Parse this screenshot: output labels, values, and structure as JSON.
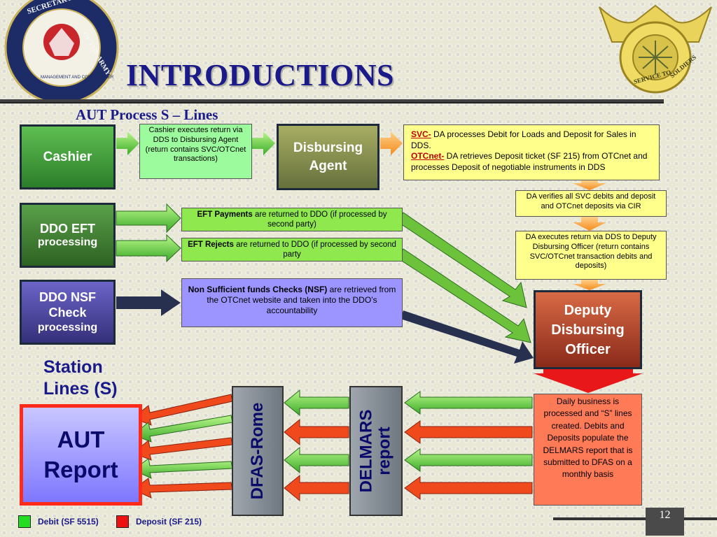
{
  "title": "INTRODUCTIONS",
  "subtitle": "AUT Process S – Lines",
  "logos": {
    "left": {
      "icon": "army-seal-icon",
      "ring_text": "SECRETARY OF THE ARMY",
      "inner_text": "MANAGEMENT AND COMPTROLLER"
    },
    "right": {
      "icon": "finance-corps-insignia-icon",
      "ring_text": "SERVICE TO SOLDIERS"
    }
  },
  "boxes": {
    "cashier": "Cashier",
    "disbursing_line1": "Disbursing",
    "disbursing_line2": "Agent",
    "ddo_eft_line1": "DDO EFT",
    "ddo_eft_line2": "processing",
    "ddo_nsf_line1": "DDO NSF",
    "ddo_nsf_line2": "Check",
    "ddo_nsf_line3": "processing",
    "deputy_line1": "Deputy",
    "deputy_line2": "Disbursing",
    "deputy_line3": "Officer",
    "station_line1": "Station",
    "station_line2": "Lines (S)",
    "aut_line1": "AUT",
    "aut_line2": "Report",
    "dfas": "DFAS-Rome",
    "delmars_line1": "DELMARS",
    "delmars_line2": "report"
  },
  "notes": {
    "cashier": "Cashier executes return via DDS to Disbursing Agent (return contains SVC/OTCnet transactions)",
    "svc_label": "SVC-",
    "svc_text": " DA processes Debit for Loads and Deposit for Sales in DDS.",
    "otc_label": "OTCnet-",
    "otc_text": " DA retrieves Deposit ticket (SF 215) from OTCnet and processes Deposit of negotiable instruments in DDS",
    "verify": "DA verifies all SVC debits and deposit and OTCnet deposits via CIR",
    "exec": "DA executes return via DDS to Deputy Disbursing Officer (return contains SVC/OTCnet transaction debits and deposits)",
    "eft_payments_label": "EFT Payments",
    "eft_payments_text": " are returned to DDO (if processed by second party)",
    "eft_rejects_label": "EFT Rejects",
    "eft_rejects_text": " are returned to DDO (if processed by second party",
    "nsf_label": "Non Sufficient funds Checks (NSF)",
    "nsf_text": " are retrieved from the OTCnet website and taken into the DDO’s accountability",
    "daily": "Daily business is processed and “S” lines created. Debits and Deposits populate the DELMARS report that is submitted to DFAS on a monthly basis"
  },
  "legend": {
    "debit": "Debit (SF 5515)",
    "deposit": "Deposit (SF 215)"
  },
  "colors": {
    "debit": "#22dd22",
    "deposit": "#ee1111",
    "title": "#1a1a8a"
  },
  "page_number": "12"
}
